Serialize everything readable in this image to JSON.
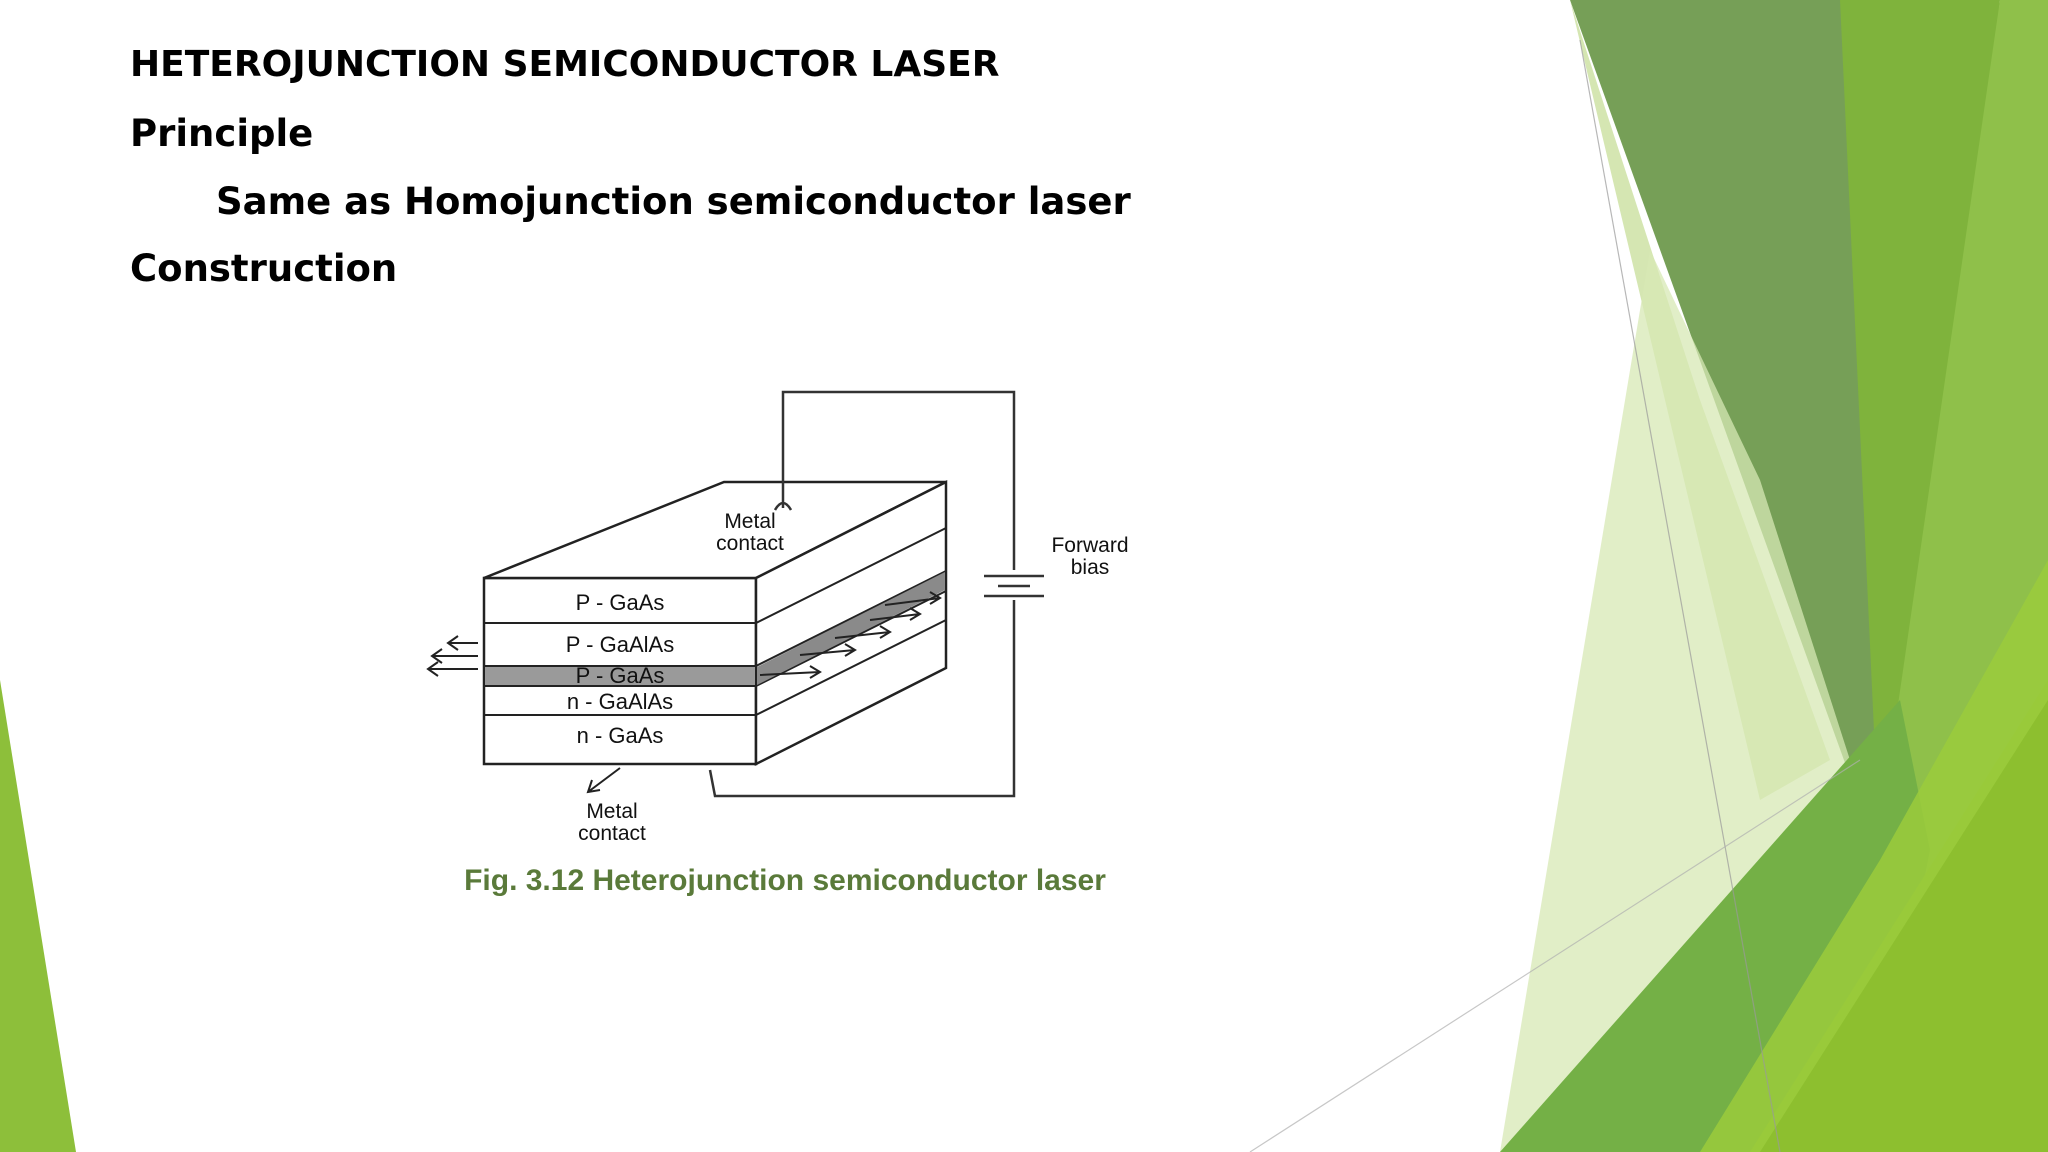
{
  "slide": {
    "title": "HETEROJUNCTION SEMICONDUCTOR LASER",
    "principle_heading": "Principle",
    "principle_text": "Same as Homojunction semiconductor laser",
    "construction_heading": "Construction"
  },
  "figure": {
    "layers": [
      "P - GaAs",
      "P - GaAlAs",
      "P - GaAs",
      "n - GaAlAs",
      "n - GaAs"
    ],
    "top_contact": [
      "Metal",
      "contact"
    ],
    "bottom_contact": [
      "Metal",
      "contact"
    ],
    "bias": [
      "Forward",
      "bias"
    ],
    "caption": "Fig. 3.12 Heterojunction semiconductor laser"
  },
  "colors": {
    "accent_dark_green": "#6e9b4e",
    "accent_green": "#7cb342",
    "accent_light_green": "#a5cd5a",
    "caption_green": "#5a7a3a"
  }
}
